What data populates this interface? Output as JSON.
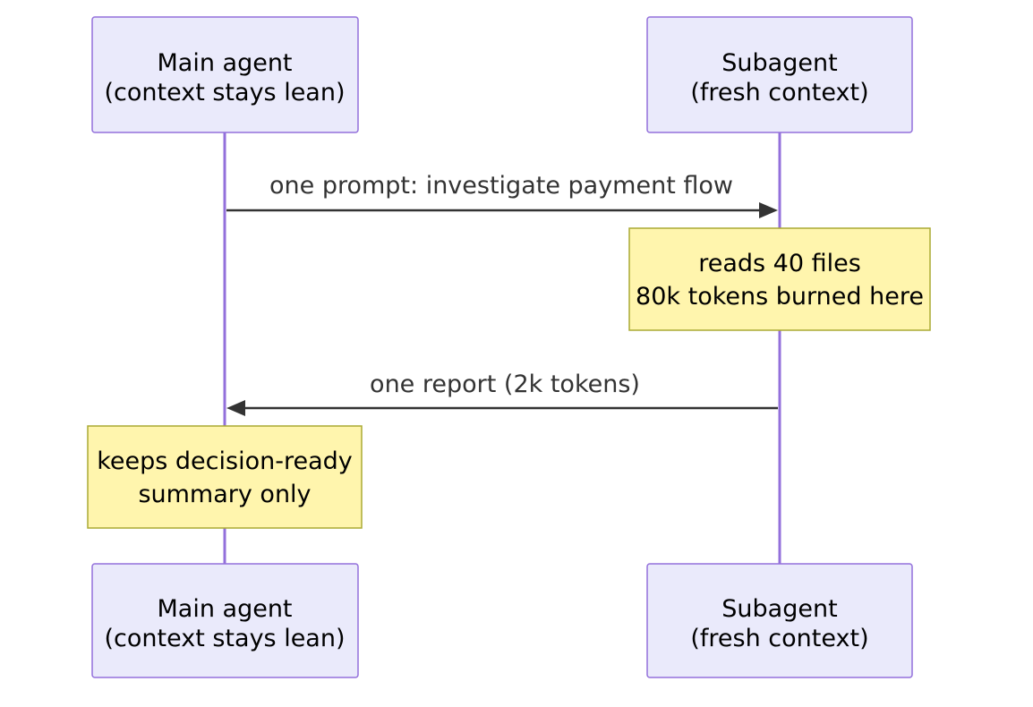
{
  "participants": {
    "main": {
      "line1": "Main agent",
      "line2": "(context stays lean)"
    },
    "sub": {
      "line1": "Subagent",
      "line2": "(fresh context)"
    }
  },
  "messages": {
    "prompt": "one prompt: investigate payment flow",
    "report": "one report (2k tokens)"
  },
  "notes": {
    "sub": {
      "line1": "reads 40 files",
      "line2": "80k tokens burned here"
    },
    "main": {
      "line1": "keeps decision-ready",
      "line2": "summary only"
    }
  },
  "colors": {
    "actor_fill": "#eaeafb",
    "actor_stroke": "#9370db",
    "note_fill": "#fff5ad",
    "note_stroke": "#aaaa33",
    "arrow": "#333333"
  }
}
